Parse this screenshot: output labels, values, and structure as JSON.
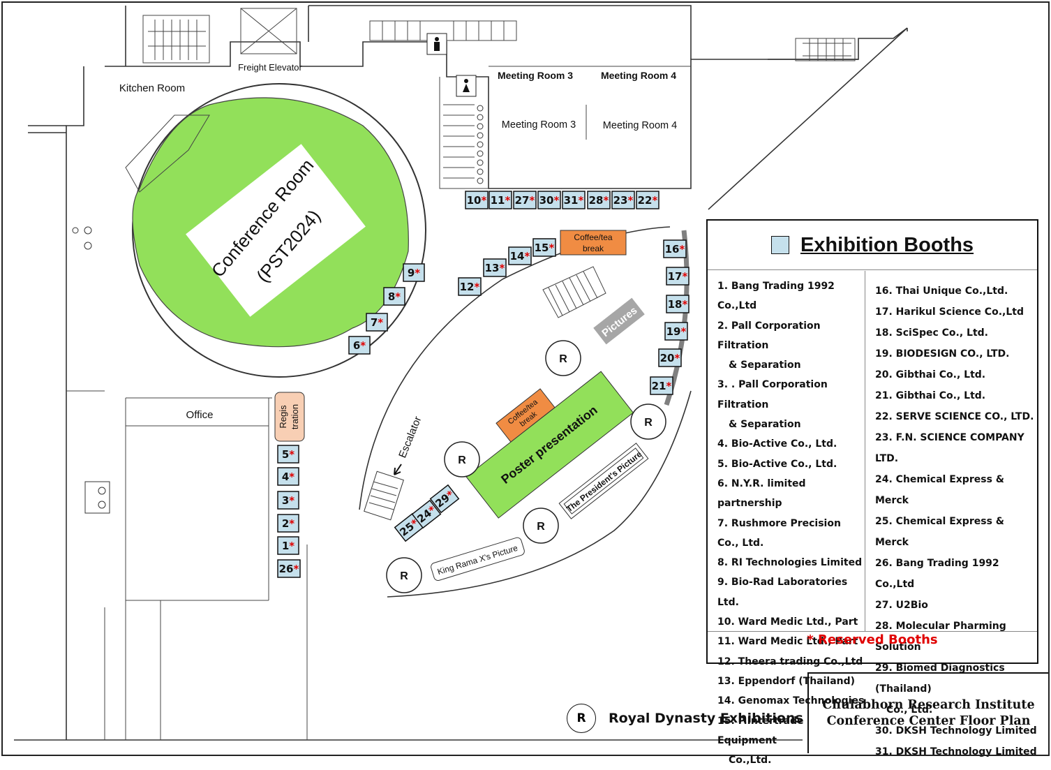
{
  "rooms": {
    "kitchen": "Kitchen Room",
    "freight_elevator": "Freight Elevator",
    "meeting_room_3": "Meeting Room 3",
    "meeting_room_4": "Meeting Room 4",
    "conference_line1": "Conference Room",
    "conference_line2": "(PST2024)",
    "office": "Office",
    "registration_line1": "Regis",
    "registration_line2": "tration",
    "escalator": "Escalator",
    "pictures": "Pictures",
    "picture_strip": "Picture",
    "poster": "Poster presentation",
    "coffee_line1": "Coffee/tea",
    "coffee_line2": "break",
    "presidents_picture": "The President's Picture",
    "king_picture": "King Rama X's Picture",
    "royal_marker": "R"
  },
  "booths": [
    {
      "id": "10"
    },
    {
      "id": "11"
    },
    {
      "id": "27"
    },
    {
      "id": "30"
    },
    {
      "id": "31"
    },
    {
      "id": "28"
    },
    {
      "id": "23"
    },
    {
      "id": "22"
    },
    {
      "id": "9"
    },
    {
      "id": "8"
    },
    {
      "id": "7"
    },
    {
      "id": "6"
    },
    {
      "id": "12"
    },
    {
      "id": "13"
    },
    {
      "id": "14"
    },
    {
      "id": "15"
    },
    {
      "id": "16"
    },
    {
      "id": "17"
    },
    {
      "id": "18"
    },
    {
      "id": "19"
    },
    {
      "id": "20"
    },
    {
      "id": "21"
    },
    {
      "id": "5"
    },
    {
      "id": "4"
    },
    {
      "id": "3"
    },
    {
      "id": "2"
    },
    {
      "id": "1"
    },
    {
      "id": "26"
    },
    {
      "id": "25"
    },
    {
      "id": "24"
    },
    {
      "id": "29"
    }
  ],
  "reserved_mark": "*",
  "legend": {
    "title": "Exhibition Booths",
    "col1": [
      {
        "line": "1. Bang Trading 1992 Co.,Ltd"
      },
      {
        "line": "2. Pall Corporation Filtration",
        "cont": "& Separation"
      },
      {
        "line": "3. . Pall Corporation Filtration",
        "cont": "& Separation"
      },
      {
        "line": "4. Bio-Active Co., Ltd."
      },
      {
        "line": "5. Bio-Active Co., Ltd."
      },
      {
        "line": "6. N.Y.R. limited partnership"
      },
      {
        "line": "7. Rushmore Precision Co., Ltd."
      },
      {
        "line": "8. RI Technologies Limited"
      },
      {
        "line": "9. Bio-Rad Laboratories Ltd."
      },
      {
        "line": "10. Ward Medic Ltd., Part"
      },
      {
        "line": "11. Ward Medic Ltd., Part"
      },
      {
        "line": "12. Theera trading Co.,Ltd"
      },
      {
        "line": "13. Eppendorf (Thailand)"
      },
      {
        "line": "14. Genomax Technologies"
      },
      {
        "line": "15. P.Intertrade Equipment",
        "cont": "Co.,Ltd."
      }
    ],
    "col2": [
      {
        "line": "16. Thai Unique Co.,Ltd."
      },
      {
        "line": "17. Harikul Science Co.,Ltd"
      },
      {
        "line": "18. SciSpec Co., Ltd."
      },
      {
        "line": "19. BIODESIGN CO., LTD."
      },
      {
        "line": "20. Gibthai Co., Ltd."
      },
      {
        "line": "21. Gibthai Co., Ltd."
      },
      {
        "line": "22. SERVE SCIENCE CO., LTD."
      },
      {
        "line": "23. F.N. SCIENCE COMPANY LTD."
      },
      {
        "line": "24. Chemical Express & Merck"
      },
      {
        "line": "25. Chemical Express & Merck"
      },
      {
        "line": "26. Bang Trading 1992 Co.,Ltd"
      },
      {
        "line": "27. U2Bio"
      },
      {
        "line": "28. Molecular Pharming Solution"
      },
      {
        "line": "29. Biomed Diagnostics (Thailand)",
        "cont": "Co., Ltd."
      },
      {
        "line": "30. DKSH Technology Limited"
      },
      {
        "line": "31. DKSH Technology Limited"
      }
    ],
    "reserved_label": "* Reserved Booths"
  },
  "royal_key": {
    "marker": "R",
    "label": "Royal Dynasty Exhibitions"
  },
  "title_block": {
    "line1": "Chulabhorn Research Institute",
    "line2": "Conference Center Floor Plan"
  },
  "colors": {
    "booth_fill": "#c5e0ec",
    "conference_green": "#92e05a",
    "coffee_orange": "#f08c43",
    "registration_peach": "#f8cfb4",
    "poster_green": "#92e05a",
    "reserved_red": "#e00000",
    "pictures_gray": "#a6a6a6"
  }
}
